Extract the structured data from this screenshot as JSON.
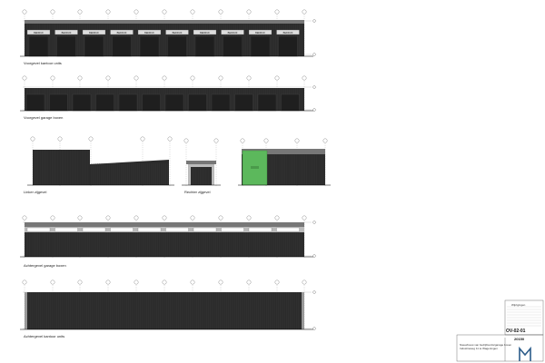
{
  "labels": {
    "elev1": "Voorgevel kantoor units",
    "elev2": "Voorgevel garage boxen",
    "elev3": "Linker zijgevel",
    "elev4": "Rechter zijgevel",
    "elev5": "Achtergevel garage boxen",
    "elev6": "Achtergevel kantoor units"
  },
  "sign_text": "BEDRIJF",
  "title_block": {
    "drawing_number": "OV-02-01",
    "sub_number": "20150",
    "project_line1": "Nieuwbouw van bedrijfsunits/garage boxen",
    "project_line2": "Industrieweg 11 te Wageningen",
    "header": "Wijzigingen"
  },
  "colors": {
    "cladding": "#2b2b2b",
    "band": "#555555",
    "green_panel": "#5cb85c"
  }
}
